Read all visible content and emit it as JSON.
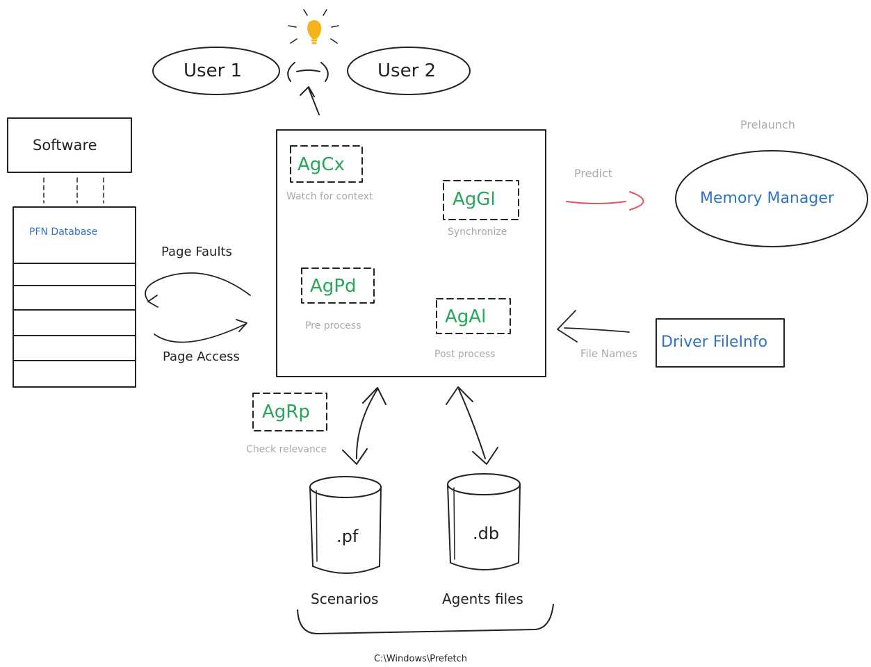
{
  "colors": {
    "ink": "#222222",
    "agent_green": "#27a65a",
    "link_blue": "#2f73c8",
    "note_grey": "#a9a9a9",
    "predict_red": "#e0525c",
    "bulb_yellow": "#f4b41a"
  },
  "icons": [
    "lightbulb-icon",
    "face-icon"
  ],
  "users": {
    "user1": "User 1",
    "user2": "User 2"
  },
  "left": {
    "software": "Software",
    "pfn_database": "PFN Database",
    "page_faults": "Page Faults",
    "page_access": "Page Access"
  },
  "agents": [
    {
      "code": "AgCx",
      "caption": "Watch for context"
    },
    {
      "code": "AgGl",
      "caption": "Synchronize"
    },
    {
      "code": "AgPd",
      "caption": "Pre process"
    },
    {
      "code": "AgAl",
      "caption": "Post process"
    },
    {
      "code": "AgRp",
      "caption": "Check relevance"
    }
  ],
  "right": {
    "prelaunch": "Prelaunch",
    "predict": "Predict",
    "memory_manager": "Memory Manager",
    "file_names": "File Names",
    "driver_fileinfo": "Driver FileInfo"
  },
  "storage": {
    "pf_ext": ".pf",
    "db_ext": ".db",
    "scenarios": "Scenarios",
    "agents_files": "Agents files",
    "path": "C:\\Windows\\Prefetch"
  }
}
